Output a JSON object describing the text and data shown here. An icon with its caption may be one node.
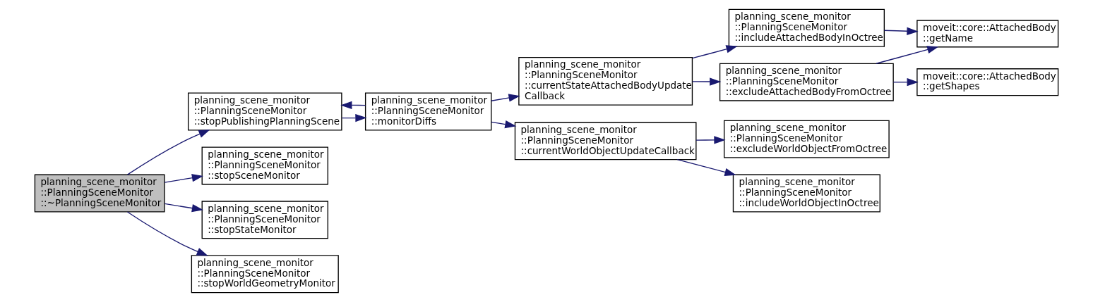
{
  "diagram": {
    "nodes": [
      {
        "text": [
          "planning_scene_monitor ::PlanningSceneMonitor ::~PlanningSceneMonitor"
        ]
      },
      {
        "text": [
          "planning_scene_monitor ::PlanningSceneMonitor ::stopPublishingPlanningScene"
        ]
      },
      {
        "text": [
          "planning_scene_monitor ::PlanningSceneMonitor ::stopSceneMonitor"
        ]
      },
      {
        "text": [
          "planning_scene_monitor ::PlanningSceneMonitor ::stopStateMonitor"
        ]
      },
      {
        "text": [
          "planning_scene_monitor ::PlanningSceneMonitor ::stopWorldGeometryMonitor"
        ]
      },
      {
        "text": [
          "planning_scene_monitor ::PlanningSceneMonitor ::monitorDiffs"
        ]
      },
      {
        "text": [
          "planning_scene_monitor ::PlanningSceneMonitor ::currentStateAttachedBodyUpdate Callback"
        ]
      },
      {
        "text": [
          "planning_scene_monitor ::PlanningSceneMonitor ::currentWorldObjectUpdateCallback"
        ]
      },
      {
        "text": [
          "planning_scene_monitor ::PlanningSceneMonitor ::includeAttachedBodyInOctree"
        ]
      },
      {
        "text": [
          "planning_scene_monitor ::PlanningSceneMonitor ::excludeAttachedBodyFromOctree"
        ]
      },
      {
        "text": [
          "planning_scene_monitor ::PlanningSceneMonitor ::excludeWorldObjectFromOctree"
        ]
      },
      {
        "text": [
          "planning_scene_monitor ::PlanningSceneMonitor ::includeWorldObjectInOctree"
        ]
      },
      {
        "text": [
          "moveit::core::AttachedBody ::getName"
        ]
      },
      {
        "text": [
          "moveit::core::AttachedBody ::getShapes"
        ]
      }
    ],
    "edges": [
      {
        "from": 0,
        "to": 1,
        "arrow": "to"
      },
      {
        "from": 0,
        "to": 2,
        "arrow": "to"
      },
      {
        "from": 0,
        "to": 3,
        "arrow": "to"
      },
      {
        "from": 0,
        "to": 4,
        "arrow": "to"
      },
      {
        "from": 1,
        "to": 5,
        "arrow": "to"
      },
      {
        "from": 5,
        "to": 1,
        "arrow": "to"
      },
      {
        "from": 5,
        "to": 6,
        "arrow": "to"
      },
      {
        "from": 5,
        "to": 7,
        "arrow": "to"
      },
      {
        "from": 6,
        "to": 8,
        "arrow": "to"
      },
      {
        "from": 6,
        "to": 9,
        "arrow": "to"
      },
      {
        "from": 7,
        "to": 10,
        "arrow": "to"
      },
      {
        "from": 7,
        "to": 11,
        "arrow": "to"
      },
      {
        "from": 8,
        "to": 12,
        "arrow": "to"
      },
      {
        "from": 9,
        "to": 12,
        "arrow": "to"
      },
      {
        "from": 9,
        "to": 13,
        "arrow": "to"
      }
    ]
  }
}
